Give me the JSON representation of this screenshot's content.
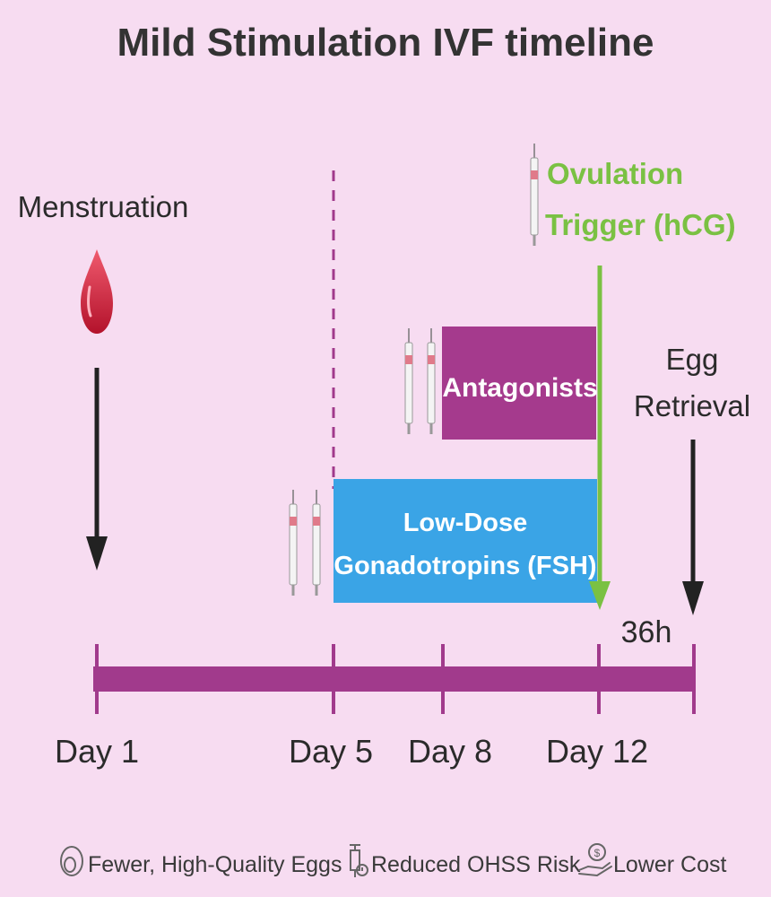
{
  "title": "Mild Stimulation IVF timeline",
  "events": {
    "menstruation": "Menstruation",
    "trigger_line1": "Ovulation",
    "trigger_line2": "Trigger (hCG)",
    "retrieval_line1": "Egg",
    "retrieval_line2": "Retrieval",
    "interval": "36h"
  },
  "phases": {
    "antagonists": "Antagonists",
    "gonadotropins_line1": "Low-Dose",
    "gonadotropins_line2": "Gonadotropins (FSH)"
  },
  "days": [
    "Day 1",
    "Day 5",
    "Day 8",
    "Day 12"
  ],
  "benefits": [
    {
      "icon": "eggs-icon",
      "label": "Fewer, High-Quality Eggs"
    },
    {
      "icon": "syringe-warning-icon",
      "label": "Reduced OHSS Risk"
    },
    {
      "icon": "money-hand-icon",
      "label": "Lower Cost"
    }
  ],
  "colors": {
    "background": "#f7dcf1",
    "timeline": "#a13a8c",
    "antagonists": "#a53a8d",
    "gonadotropins": "#3aa4e6",
    "trigger": "#7ac143",
    "blood": "#d7263d",
    "arrow": "#222222"
  }
}
